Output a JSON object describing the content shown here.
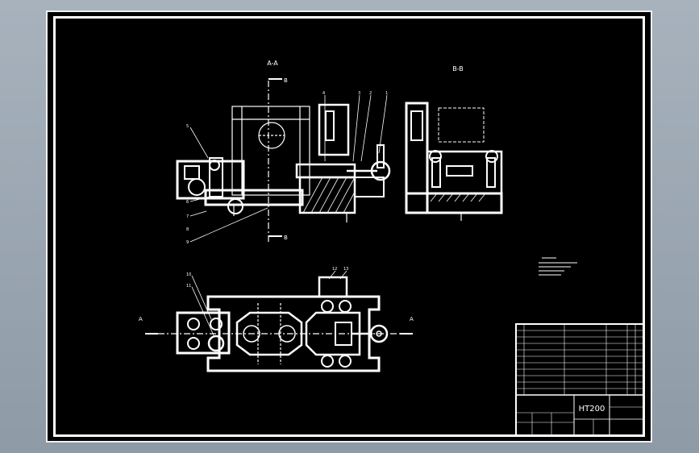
{
  "drawing": {
    "section_aa_label": "A-A",
    "section_bb_label": "B-B",
    "cut_marks": {
      "a_left": "A",
      "a_right": "A",
      "b_top": "B",
      "b_bottom": "B"
    },
    "part_numbers_top": [
      "4",
      "3",
      "2",
      "1"
    ],
    "part_numbers_left": [
      "5",
      "6",
      "7",
      "8",
      "9"
    ],
    "part_numbers_plan": [
      "10",
      "11",
      "12",
      "13"
    ]
  },
  "title_block": {
    "material": "HT200"
  },
  "colors": {
    "background": "#000000",
    "lines": "#ffffff",
    "frame": "#8e9aa6"
  }
}
